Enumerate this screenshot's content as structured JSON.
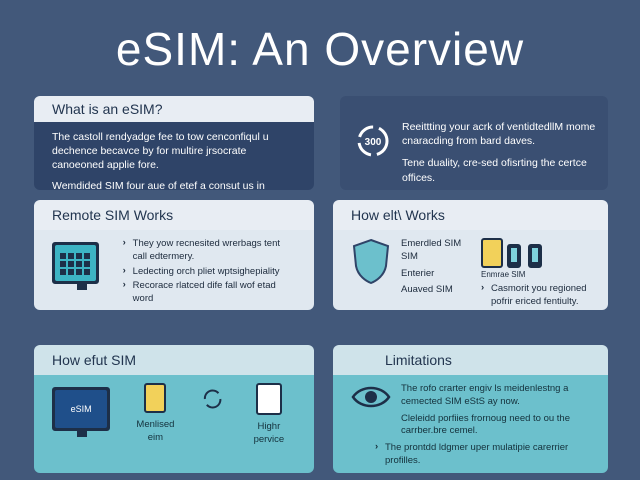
{
  "title": "eSIM:  An Overview",
  "what": {
    "heading": "What is an eSIM?",
    "p1": "The castoll rendyadge fee to tow cenconfiqul u dechence becavce by for multire jrsocrate canoeoned applie fore.",
    "p2": "Wemdided SIM four aue of etef a consut us in encnadge emcriereres for espelt."
  },
  "intro": {
    "badge": "300",
    "p1": "Reeittting your acrk of ventidtedllM mome cnaracding from bard daves.",
    "p2": "Tene duality, cre-sed ofisrting the certce offices."
  },
  "remote": {
    "heading": "Remote SIM Works",
    "bullets": [
      "They yow recnesited wrerbags tent call edtermery.",
      "Ledecting orch pliet wptsighepiality",
      "Recorace rlatced dife fall wof etad word"
    ]
  },
  "how": {
    "heading": "How elt\\ Works",
    "labels": [
      "Emerdled SIM SIM",
      "Enterier",
      "Auaved SIM"
    ],
    "device_label": "Enmrae SIM",
    "bullet": "Casmorit you regioned pofrir ericed fentiulty."
  },
  "esim": {
    "heading": "How efut SIM",
    "screen_text": "eSIM",
    "label1": "Menlised eim",
    "label2": "Highr pervice"
  },
  "limits": {
    "heading": "Limitations",
    "p1": "The rofo crarter engiv  ls meidenlestng a cemected SIM eStS ay now.",
    "p2": "Cleleidd porfiies frornoug need to ou the carrber.bre cemel.",
    "bullet": "The prontdd ldgmer uper mulatipie carerrier profilles."
  },
  "colors": {
    "background": "#42587a",
    "accent_teal": "#6cc0cc",
    "panel_dark": "#2f4468"
  }
}
